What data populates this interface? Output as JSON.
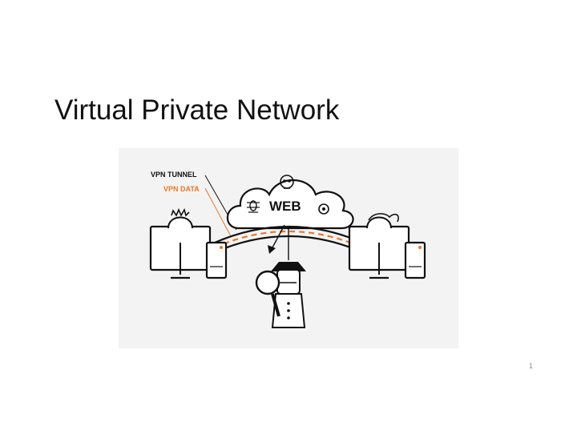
{
  "slide": {
    "title": "Virtual Private Network",
    "page_number": "1"
  },
  "diagram": {
    "vpn_tunnel_label": "VPN TUNNEL",
    "vpn_data_label": "VPN DATA",
    "web_label": "WEB",
    "colors": {
      "accent": "#e8782a",
      "ink": "#111111",
      "background": "#f3f3f3"
    }
  }
}
